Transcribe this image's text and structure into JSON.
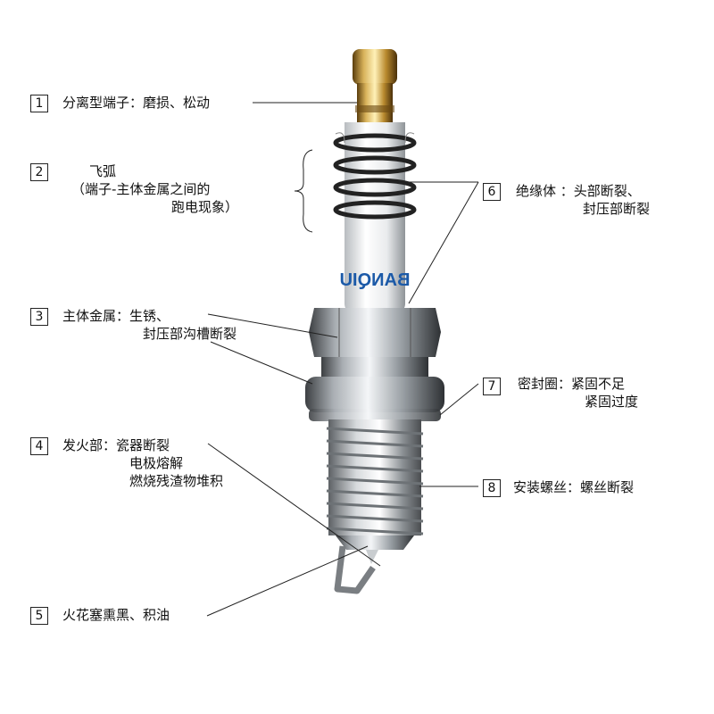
{
  "labels": [
    {
      "num": "1",
      "lines": [
        "分离型端子：磨损、松动"
      ]
    },
    {
      "num": "2",
      "lines": [
        "飞弧",
        "（端子-主体金属之间的",
        "跑电现象）"
      ]
    },
    {
      "num": "3",
      "lines": [
        "主体金属：生锈、",
        "封压部沟槽断裂"
      ]
    },
    {
      "num": "4",
      "lines": [
        "发火部：瓷器断裂",
        "电极熔解",
        "燃烧残渣物堆积"
      ]
    },
    {
      "num": "5",
      "lines": [
        "火花塞熏黑、积油"
      ]
    },
    {
      "num": "6",
      "lines": [
        "绝缘体 ：头部断裂、",
        "封压部断裂"
      ]
    },
    {
      "num": "7",
      "lines": [
        "密封圈：紧固不足",
        "紧固过度"
      ]
    },
    {
      "num": "8",
      "lines": [
        "安装螺丝：螺丝断裂"
      ]
    }
  ],
  "brand_text": "BANQIU"
}
